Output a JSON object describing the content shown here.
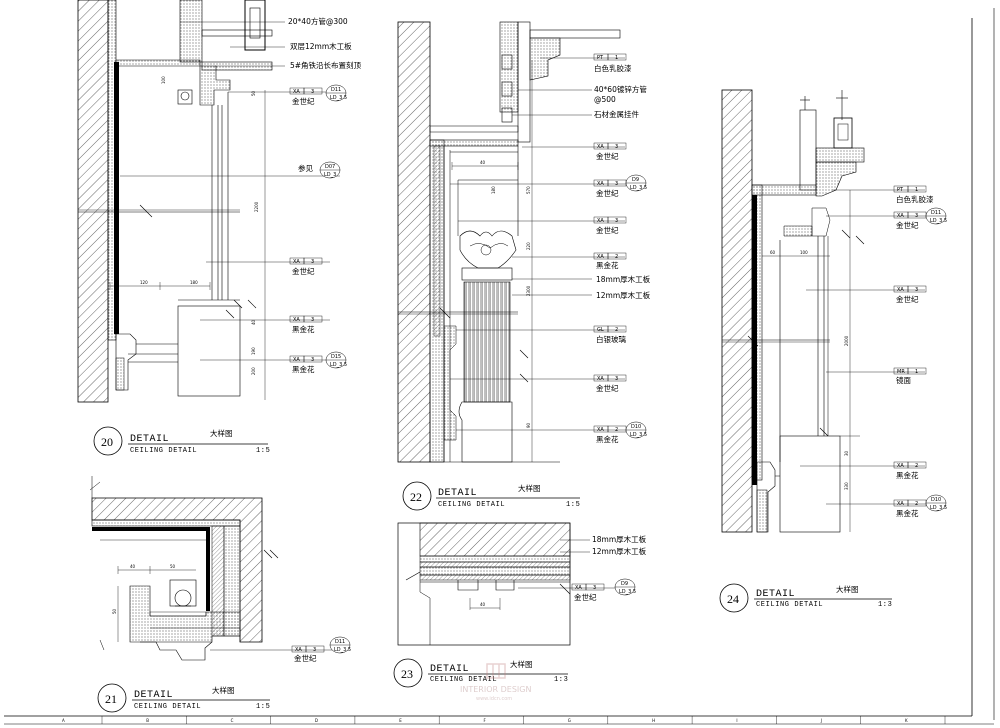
{
  "details": [
    {
      "number": "20",
      "title": "DETAIL",
      "title_cn": "大样图",
      "subtitle": "CEILING DETAIL",
      "scale": "1:5",
      "callouts": [
        "20*40方管@300",
        "双层12mm木工板",
        "5#角铁沿长布置刻顶",
        "金世纪",
        "参见",
        "金世纪",
        "黑金花",
        "黑金花"
      ],
      "tags": [
        {
          "code": "XA",
          "num": "3"
        },
        {
          "code": "XA",
          "num": "3"
        },
        {
          "code": "XA",
          "num": "3"
        },
        {
          "code": "XA",
          "num": "3"
        }
      ],
      "bubbles": [
        "D11",
        "D07",
        "D15"
      ],
      "bubble_subs": [
        "LD_3.5",
        "LD_3",
        "LD_3.5"
      ],
      "dims": [
        "100",
        "50",
        "2200",
        "120",
        "180",
        "190",
        "40",
        "200"
      ]
    },
    {
      "number": "22",
      "title": "DETAIL",
      "title_cn": "大样图",
      "subtitle": "CEILING DETAIL",
      "scale": "1:5",
      "callouts": [
        "白色乳胶漆",
        "40*60镀锌方管",
        "@500",
        "石材金属挂件",
        "金世纪",
        "金世纪",
        "金世纪",
        "黑金花",
        "18mm厚木工板",
        "12mm厚木工板",
        "白银玻璃",
        "金世纪",
        "黑金花"
      ],
      "tags": [
        {
          "code": "PT",
          "num": "1"
        },
        {
          "code": "XA",
          "num": "3"
        },
        {
          "code": "XA",
          "num": "3"
        },
        {
          "code": "XA",
          "num": "3"
        },
        {
          "code": "XA",
          "num": "2"
        },
        {
          "code": "GL",
          "num": "2"
        },
        {
          "code": "XA",
          "num": "3"
        },
        {
          "code": "XA",
          "num": "2"
        }
      ],
      "bubbles": [
        "D9",
        "D10"
      ],
      "bubble_subs": [
        "LD_3.5",
        "LD_3.5"
      ],
      "dims": [
        "40",
        "180",
        "570",
        "220",
        "2300",
        "90"
      ]
    },
    {
      "number": "24",
      "title": "DETAIL",
      "title_cn": "大样图",
      "subtitle": "CEILING DETAIL",
      "scale": "1:3",
      "callouts": [
        "白色乳胶漆",
        "金世纪",
        "金世纪",
        "镜面",
        "黑金花",
        "黑金花"
      ],
      "tags": [
        {
          "code": "PT",
          "num": "1"
        },
        {
          "code": "XA",
          "num": "3"
        },
        {
          "code": "XA",
          "num": "3"
        },
        {
          "code": "MR",
          "num": "1"
        },
        {
          "code": "XA",
          "num": "2"
        },
        {
          "code": "XA",
          "num": "2"
        }
      ],
      "bubbles": [
        "D11",
        "D10"
      ],
      "bubble_subs": [
        "LD_3.5",
        "LD_3.5"
      ],
      "dims": [
        "60",
        "100",
        "2000",
        "30",
        "330"
      ]
    },
    {
      "number": "21",
      "title": "DETAIL",
      "title_cn": "大样图",
      "subtitle": "CEILING DETAIL",
      "scale": "1:5",
      "callouts": [
        "金世纪"
      ],
      "tags": [
        {
          "code": "XA",
          "num": "3"
        }
      ],
      "bubbles": [
        "D11"
      ],
      "bubble_subs": [
        "LD_3.5"
      ],
      "dims": [
        "40",
        "50",
        "50"
      ]
    },
    {
      "number": "23",
      "title": "DETAIL",
      "title_cn": "大样图",
      "subtitle": "CEILING DETAIL",
      "scale": "1:3",
      "callouts": [
        "18mm厚木工板",
        "12mm厚木工板",
        "金世纪"
      ],
      "tags": [
        {
          "code": "XA",
          "num": "3"
        }
      ],
      "bubbles": [
        "D9"
      ],
      "bubble_subs": [
        "LD_3.5"
      ],
      "dims": [
        "40"
      ]
    }
  ],
  "watermark": {
    "main": "INTERIOR DESIGN",
    "sub": "www.idcn.com"
  },
  "grid_labels": [
    "A",
    "B",
    "C",
    "D",
    "E",
    "F",
    "G",
    "H",
    "I",
    "J",
    "K"
  ]
}
